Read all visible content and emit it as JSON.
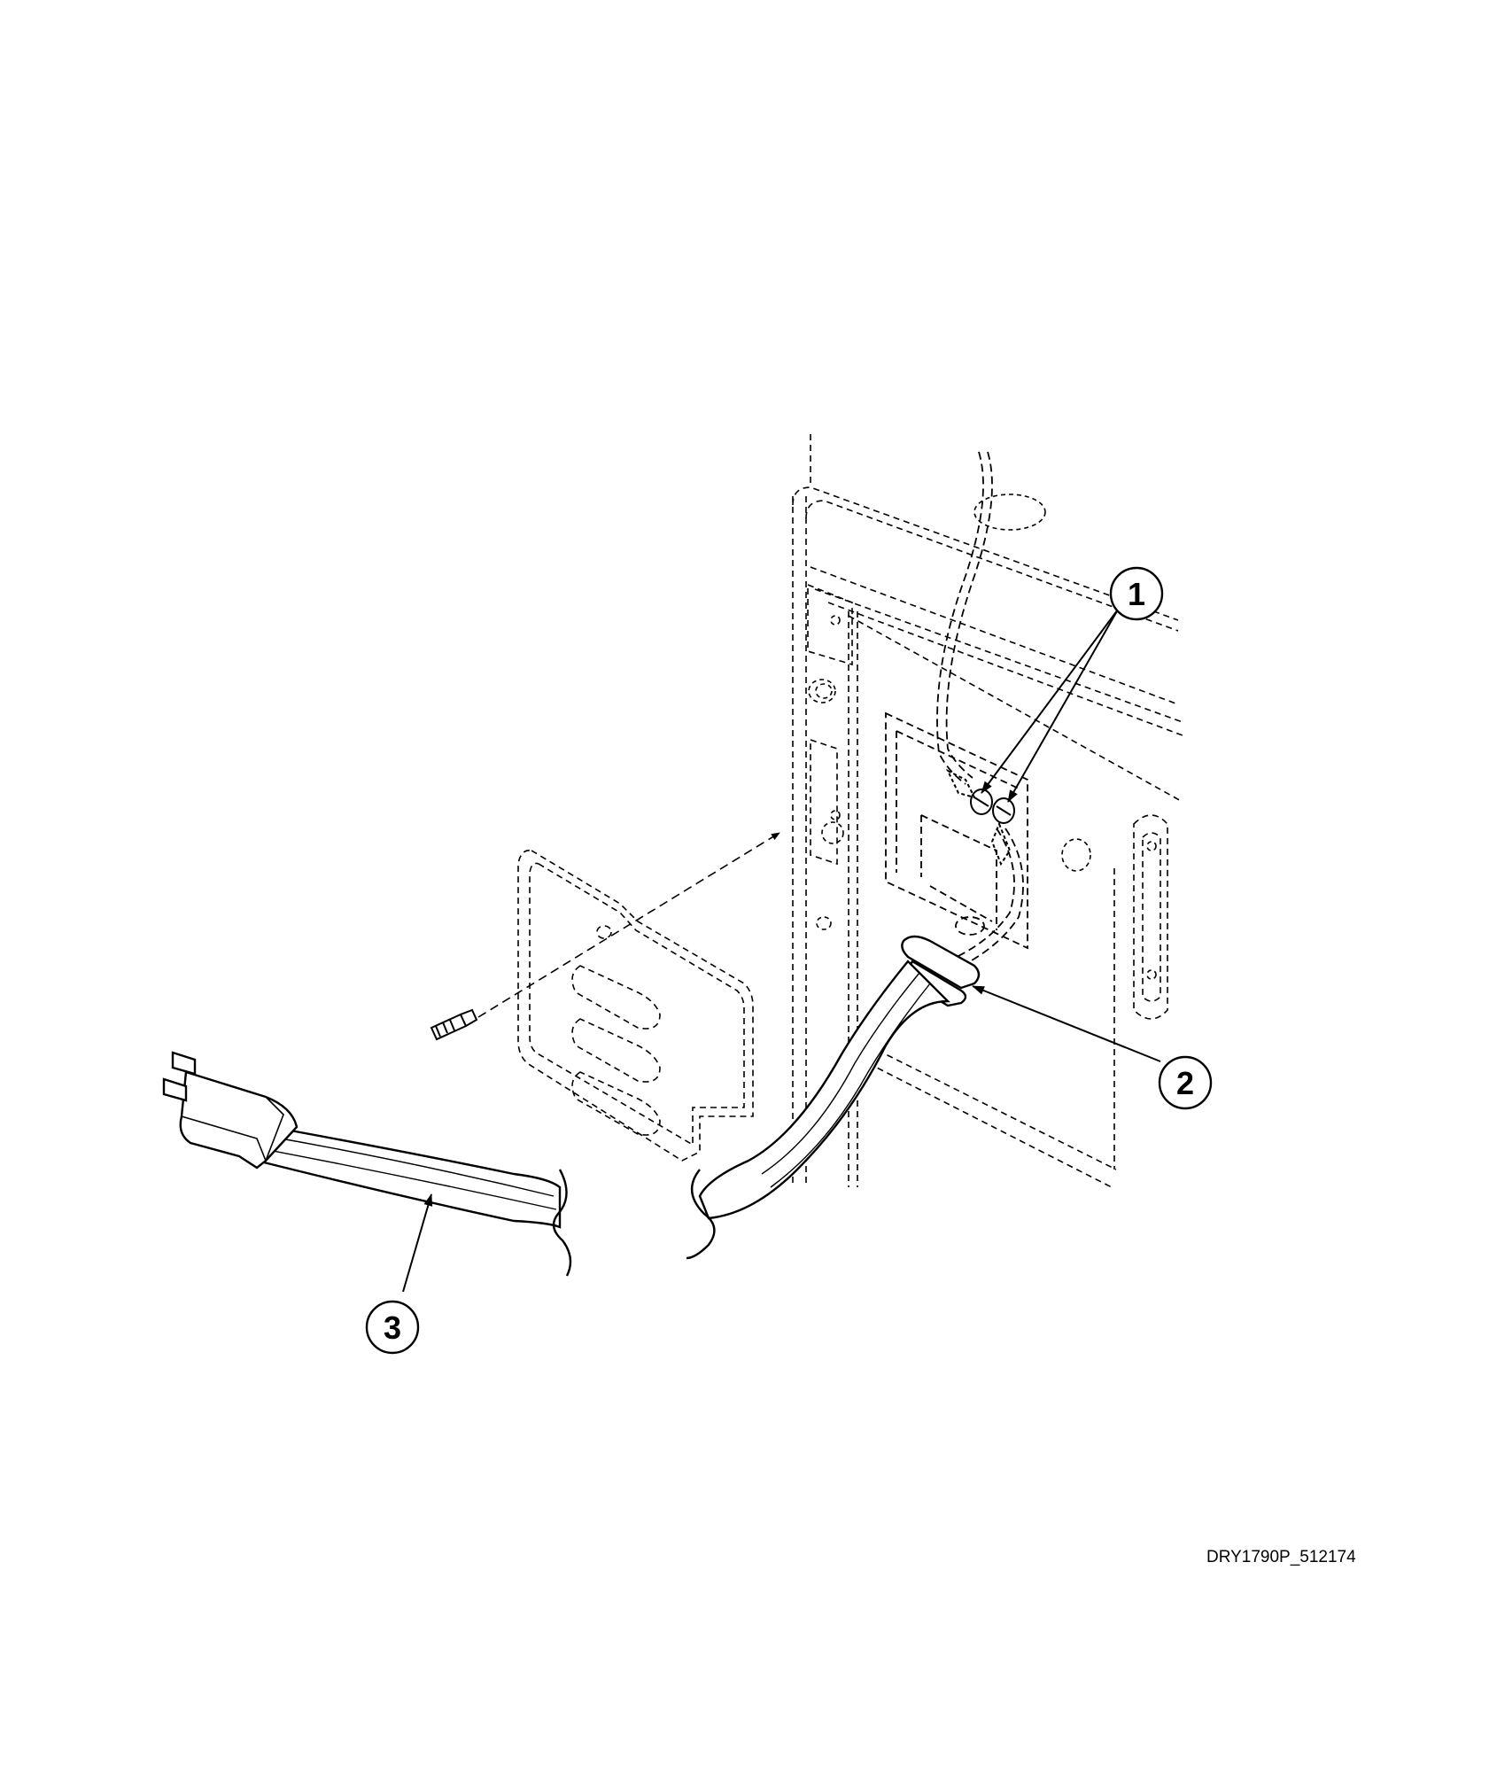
{
  "callouts": [
    {
      "id": "callout-1",
      "label": "1"
    },
    {
      "id": "callout-2",
      "label": "2"
    },
    {
      "id": "callout-3",
      "label": "3"
    }
  ],
  "figure_id": "DRY1790P_512174",
  "colors": {
    "ink": "#000000",
    "background": "#ffffff"
  }
}
